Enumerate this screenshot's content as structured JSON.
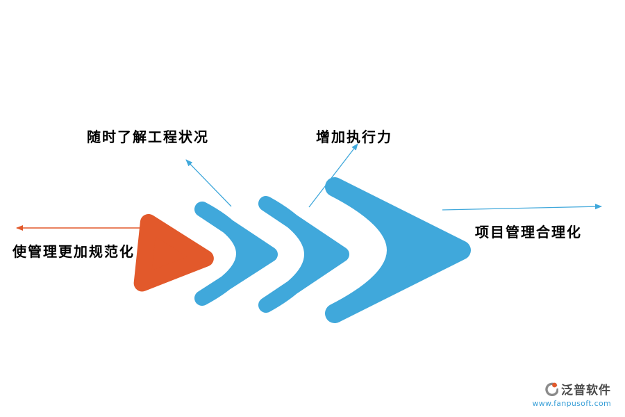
{
  "colors": {
    "orange": "#E2592B",
    "blue": "#40A8DB",
    "label_text": "#000000",
    "brand_text": "#4A4A4A",
    "url_text": "#3AA0D8",
    "logo_gray": "#8A8A8A"
  },
  "diagram": {
    "labels": {
      "monitor": "随时了解工程状况",
      "execution": "增加执行力",
      "standardize": "使管理更加规范化",
      "rationalize": "项目管理合理化"
    }
  },
  "footer": {
    "brand": "泛普软件",
    "url": "www.fanpusoft.com"
  }
}
